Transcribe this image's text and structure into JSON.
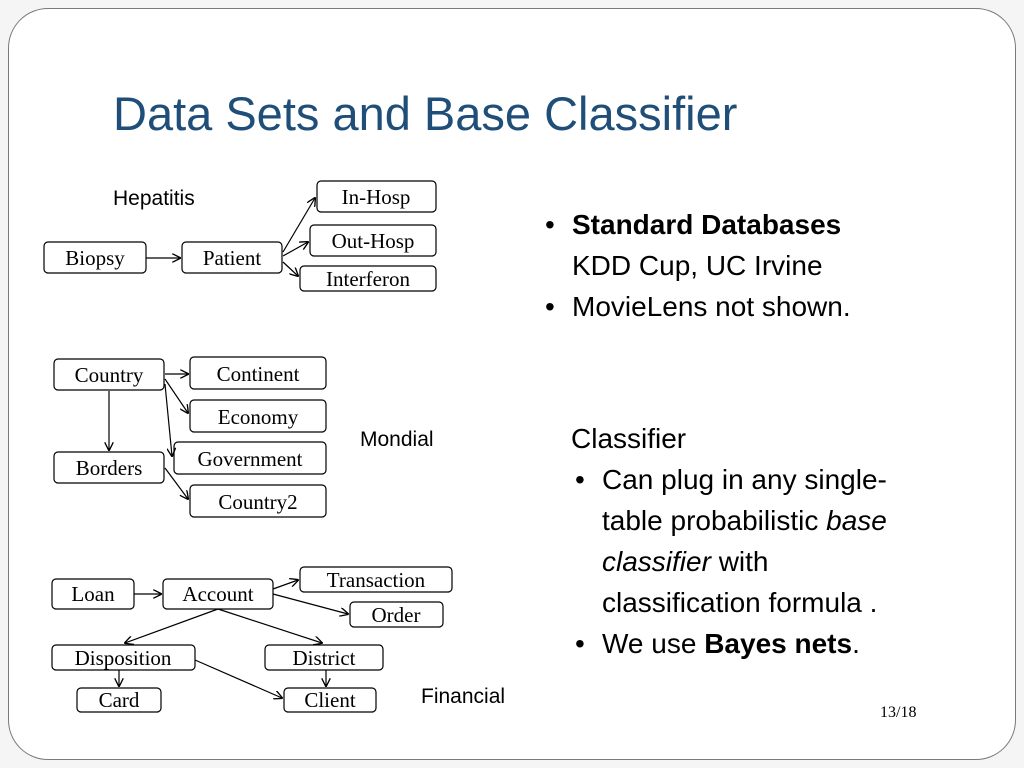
{
  "slide": {
    "title": "Data Sets and Base Classifier",
    "page_number": "13/18"
  },
  "diagrams": {
    "hepatitis": {
      "label": "Hepatitis",
      "nodes": {
        "biopsy": "Biopsy",
        "patient": "Patient",
        "in_hosp": "In-Hosp",
        "out_hosp": "Out-Hosp",
        "interferon": "Interferon"
      }
    },
    "mondial": {
      "label": "Mondial",
      "nodes": {
        "country": "Country",
        "borders": "Borders",
        "continent": "Continent",
        "economy": "Economy",
        "government": "Government",
        "country2": "Country2"
      }
    },
    "financial": {
      "label": "Financial",
      "nodes": {
        "loan": "Loan",
        "account": "Account",
        "transaction": "Transaction",
        "order": "Order",
        "disposition": "Disposition",
        "district": "District",
        "card": "Card",
        "client": "Client"
      }
    }
  },
  "right_text": {
    "databases": {
      "bullet1_bold": "Standard Databases",
      "bullet1_line2": "KDD Cup, UC Irvine",
      "bullet2": "MovieLens not shown."
    },
    "classifier": {
      "heading": "Classifier",
      "b1_line1": "Can plug in any single-",
      "b1_line2_plain": "table probabilistic ",
      "b1_line2_italic": "base",
      "b1_line3_italic": "classifier",
      "b1_line3_plain": " with",
      "b1_line4": "classification formula .",
      "b2_plain": "We use ",
      "b2_bold": "Bayes nets",
      "b2_end": "."
    },
    "bullet_char": "•"
  }
}
